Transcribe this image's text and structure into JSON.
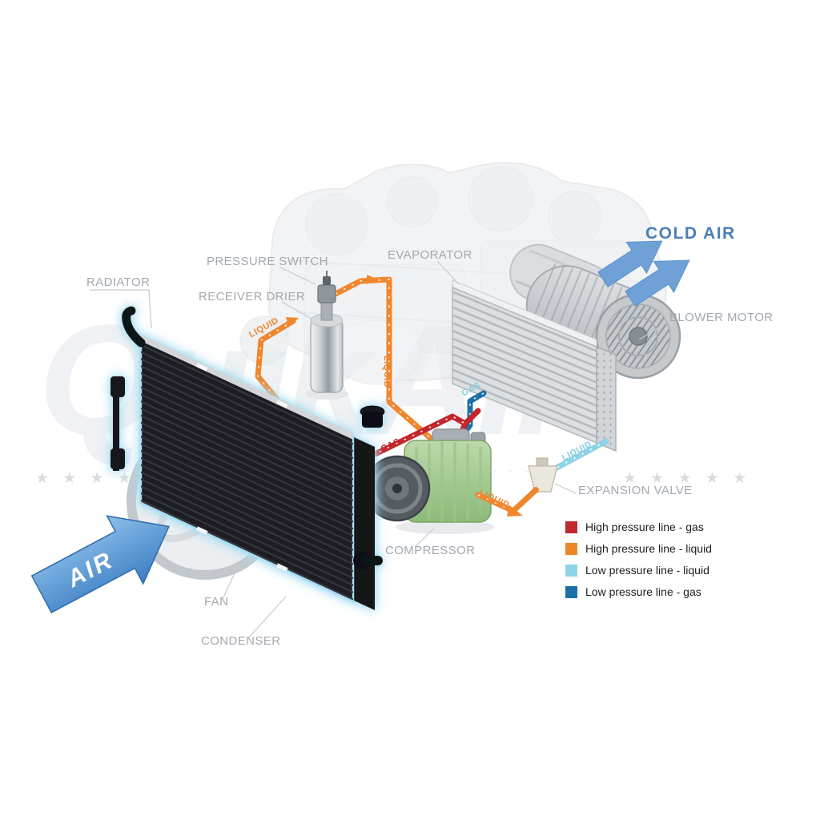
{
  "watermark": {
    "brand": "QuikAir",
    "stars_left": "★ ★ ★ ★",
    "stars_right": "★ ★ ★ ★ ★",
    "dots": "· · · · · · · ·"
  },
  "airflow": {
    "cold_air": "COLD AIR",
    "air": "AIR"
  },
  "component_labels": {
    "radiator": "RADIATOR",
    "pressure_switch": "PRESSURE SWITCH",
    "receiver_drier": "RECEIVER DRIER",
    "evaporator": "EVAPORATOR",
    "blower_motor": "BLOWER MOTOR",
    "expansion_valve": "EXPANSION VALVE",
    "compressor": "COMPRESSOR",
    "fan": "FAN",
    "condenser": "CONDENSER"
  },
  "pipe_labels": {
    "liquid_condenser_to_drier": "LIQUID",
    "liquid_drier_down": "LIQUID",
    "gas_compressor_to_condenser": "GAS",
    "gas_evaporator_to_compressor": "GAS",
    "liquid_to_expansion_valve": "LIQUID",
    "liquid_expansion_to_evaporator": "LIQUID"
  },
  "legend": {
    "items": [
      {
        "label": "High pressure line - gas",
        "color": "#c1272d"
      },
      {
        "label": "High pressure line - liquid",
        "color": "#f0862c"
      },
      {
        "label": "Low pressure line - liquid",
        "color": "#8ed3e6"
      },
      {
        "label": "Low pressure line -  gas",
        "color": "#1d71a8"
      }
    ]
  },
  "colors": {
    "cold_air_text": "#4a7fb8",
    "label_text": "#a3a9b0",
    "high_pressure_gas": "#c1272d",
    "high_pressure_liquid": "#f0862c",
    "low_pressure_liquid": "#8ed3e6",
    "low_pressure_gas": "#1d71a8",
    "air_arrow": "#3d7ec4"
  }
}
